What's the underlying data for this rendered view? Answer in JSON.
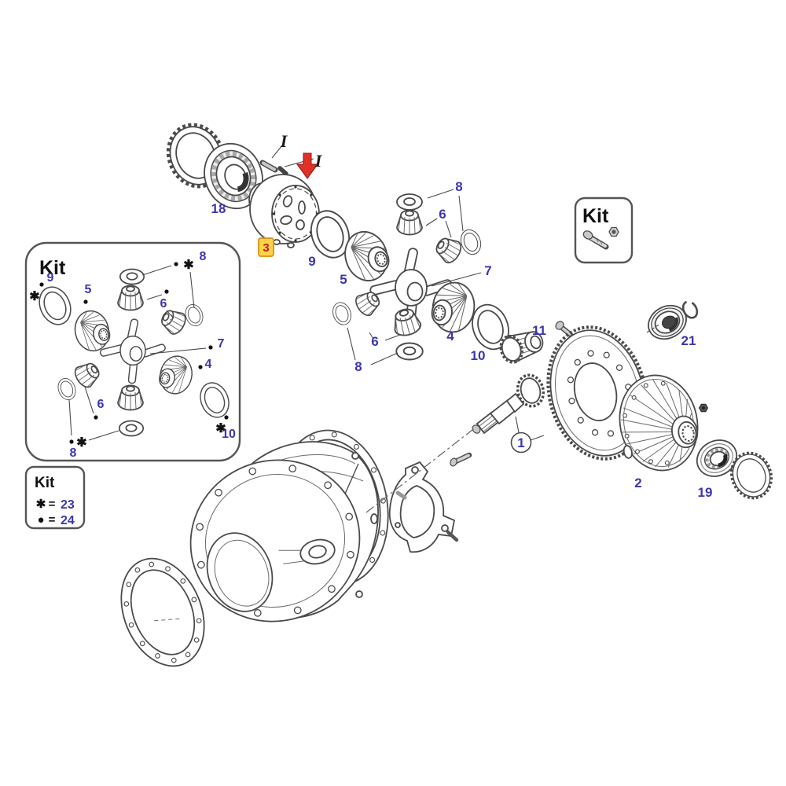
{
  "figure": {
    "type": "exploded-parts-diagram",
    "subject": "differential and final drive assembly",
    "colors": {
      "label_blue": "#3c35ac",
      "arrow_red": "#e03127",
      "highlight_bg": "#fcd24a",
      "highlight_border": "#d99b1c",
      "highlight_text": "#c21f1f",
      "line": "#4a4a4a",
      "background": "#ffffff"
    },
    "labels": {
      "m18": "18",
      "i1": "I",
      "i2": "I",
      "m3": "3",
      "m9": "9",
      "m5": "5",
      "m8_top": "8",
      "m6_top": "6",
      "m7": "7",
      "m6_bot": "6",
      "m8_bot": "8",
      "m4": "4",
      "m10": "10",
      "m11": "11",
      "m1": "1",
      "m2": "2",
      "m19": "19",
      "m21": "21"
    },
    "kit_left": {
      "title": "Kit",
      "labels": {
        "k9": "9",
        "k5": "5",
        "k8_top": "8",
        "k6_right": "6",
        "k7": "7",
        "k4": "4",
        "k10": "10",
        "k6_left": "6",
        "k8_bot": "8"
      }
    },
    "kit_legend": {
      "title": "Kit",
      "entries": [
        {
          "symbol": "✱",
          "eq": "=",
          "value": "23"
        },
        {
          "symbol": "●",
          "eq": "=",
          "value": "24"
        }
      ]
    },
    "kit_right": {
      "title": "Kit"
    }
  }
}
